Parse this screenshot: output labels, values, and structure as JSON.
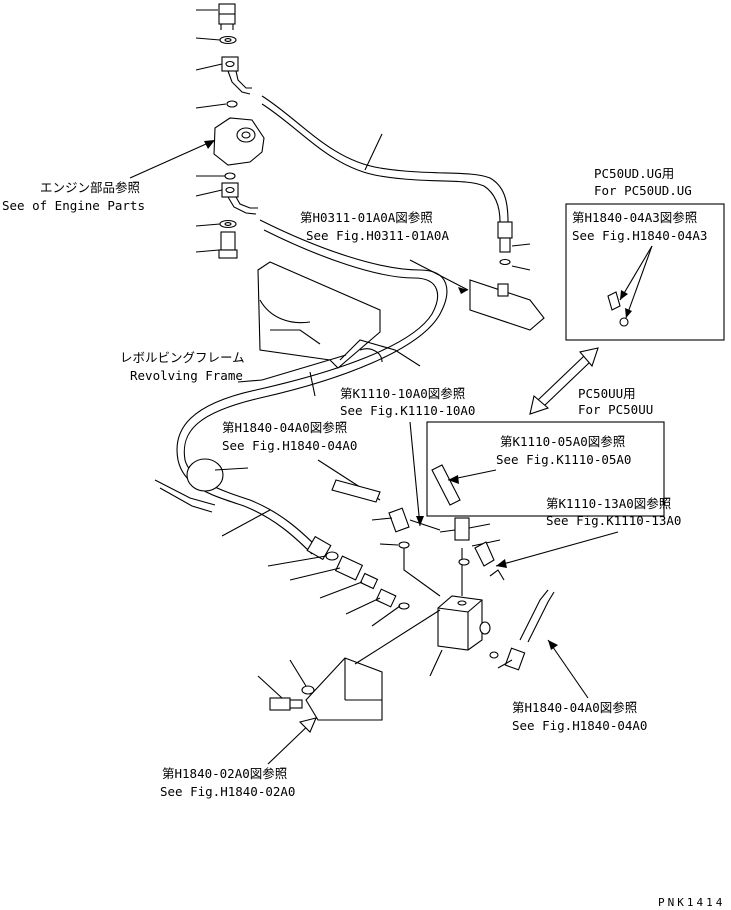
{
  "labels": {
    "engine_jp": "エンジン部品参照",
    "engine_en": "See of Engine Parts",
    "frame_jp": "レボルビングフレーム",
    "frame_en": "Revolving Frame",
    "h0311_jp": "第H0311-01A0A図参照",
    "h0311_en": "See Fig.H0311-01A0A",
    "ud_title_jp": "PC50UD.UG用",
    "ud_title_en": "For PC50UD.UG",
    "h1840a3_jp": "第H1840-04A3図参照",
    "h1840a3_en": "See Fig.H1840-04A3",
    "uu_title_jp": "PC50UU用",
    "uu_title_en": "For PC50UU",
    "k1110_10_jp": "第K1110-10A0図参照",
    "k1110_10_en": "See Fig.K1110-10A0",
    "h1840a0_top_jp": "第H1840-04A0図参照",
    "h1840a0_top_en": "See Fig.H1840-04A0",
    "k1110_05_jp": "第K1110-05A0図参照",
    "k1110_05_en": "See Fig.K1110-05A0",
    "k1110_13_jp": "第K1110-13A0図参照",
    "k1110_13_en": "See Fig.K1110-13A0",
    "h1840a0_bot_jp": "第H1840-04A0図参照",
    "h1840a0_bot_en": "See Fig.H1840-04A0",
    "h1840_02_jp": "第H1840-02A0図参照",
    "h1840_02_en": "See Fig.H1840-02A0",
    "drawing_code": "PNK1414"
  }
}
